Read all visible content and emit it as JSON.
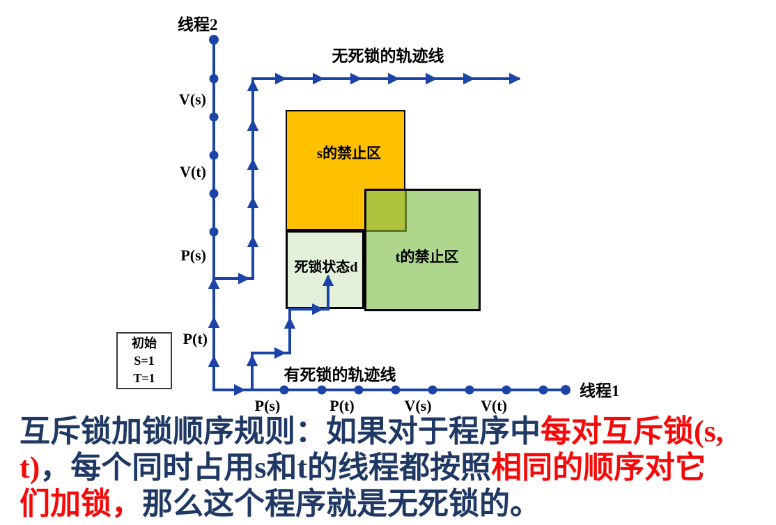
{
  "colors": {
    "line_blue": "#1C44A8",
    "navy_text": "#1F3864",
    "red_text": "#F50A0A",
    "orange_region": "#FFC000",
    "green_region": "#AED68C",
    "overlap_region": "#AFC33F",
    "overlap_border": "#5C7A26",
    "deadlock_region": "#E3F1DB"
  },
  "diagram": {
    "thread2_label": "线程2",
    "thread1_label": "线程1",
    "no_deadlock_label": "无死锁的轨迹线",
    "deadlock_label": "有死锁的轨迹线",
    "y_ticks": [
      "V(s)",
      "V(t)",
      "P(s)",
      "P(t)"
    ],
    "x_ticks": [
      "P(s)",
      "P(t)",
      "V(s)",
      "V(t)"
    ],
    "regions": {
      "s_forbidden": "s的禁止区",
      "t_forbidden": "t的禁止区",
      "deadlock_state": "死锁状态d"
    },
    "initial_box": [
      "初始",
      "S=1",
      "T=1"
    ]
  },
  "caption": {
    "lines": [
      [
        {
          "text": "互斥锁加锁顺序规则：如果对于程序中",
          "color": "navy"
        },
        {
          "text": "每对互斥锁(s,",
          "color": "red"
        }
      ],
      [
        {
          "text": "t)",
          "color": "red"
        },
        {
          "text": "，每个同时占用s和t的线程都按照",
          "color": "navy"
        },
        {
          "text": "相同的顺序对它",
          "color": "red"
        }
      ],
      [
        {
          "text": "们加锁，",
          "color": "red"
        },
        {
          "text": "那么这个程序就是无死锁的。",
          "color": "navy"
        }
      ]
    ]
  }
}
